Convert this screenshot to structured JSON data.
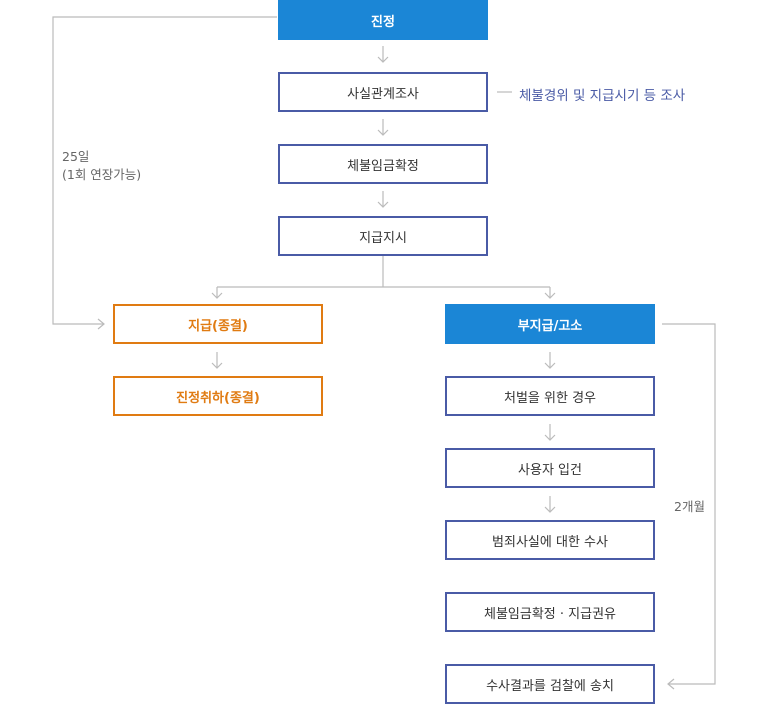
{
  "flow": {
    "petition": "진정",
    "investigation": "사실관계조사",
    "wage_confirm": "체불임금확정",
    "payment_order": "지급지시",
    "paid": "지급(종결)",
    "withdraw": "진정취하(종결)",
    "unpaid": "부지급/고소",
    "punish_case": "처벌을 위한 경우",
    "employer_case": "사용자 입건",
    "crime_invest": "범죄사실에 대한 수사",
    "wage_recommend": "체불임금확정 · 지급권유",
    "send_prosecution": "수사결과를 검찰에 송치"
  },
  "notes": {
    "investigation_detail": "체불경위 및 지급시기 등 조사",
    "days_line1": "25일",
    "days_line2": "(1회 연장가능)",
    "months": "2개월"
  },
  "colors": {
    "navy_border": "#4a5ba6",
    "blue_fill": "#1b86d6",
    "orange": "#e07b12",
    "connector": "#bbbbbb",
    "note_blue": "#4a5ba6",
    "note_gray": "#666666"
  }
}
